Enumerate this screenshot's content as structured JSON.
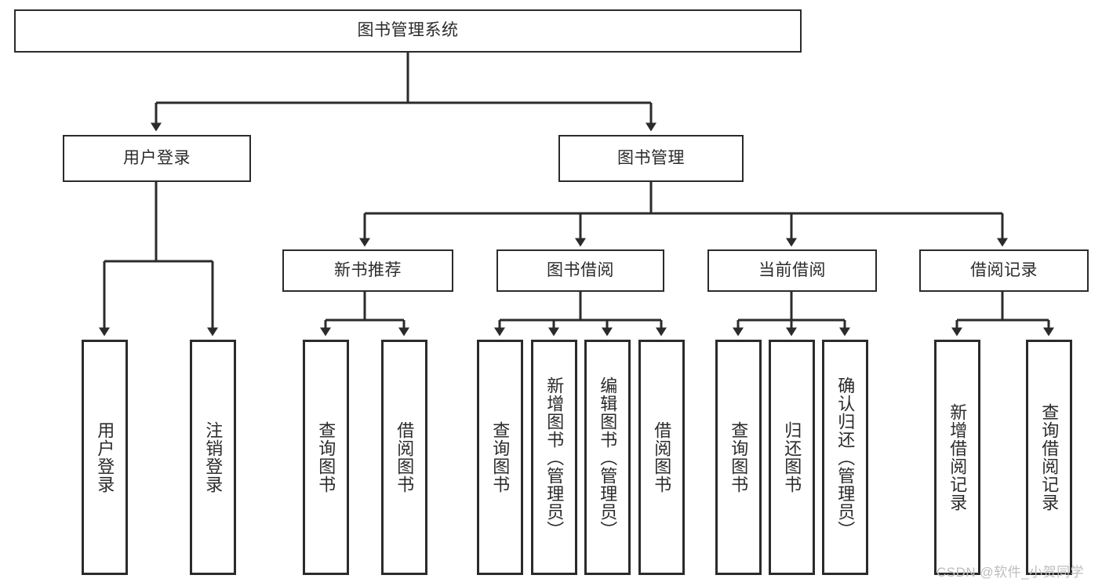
{
  "diagram": {
    "title": "图书管理系统",
    "type": "hierarchy-tree",
    "root": {
      "label": "图书管理系统"
    },
    "level2": [
      {
        "label": "用户登录"
      },
      {
        "label": "图书管理"
      }
    ],
    "level3": [
      {
        "label": "新书推荐"
      },
      {
        "label": "图书借阅"
      },
      {
        "label": "当前借阅"
      },
      {
        "label": "借阅记录"
      }
    ],
    "leaves": {
      "user_login": [
        {
          "label": "用户登录"
        },
        {
          "label": "注销登录"
        }
      ],
      "new_book_recommend": [
        {
          "label": "查询图书"
        },
        {
          "label": "借阅图书"
        }
      ],
      "book_borrow": [
        {
          "label": "查询图书"
        },
        {
          "label": "新增图书（管理员）"
        },
        {
          "label": "编辑图书（管理员）"
        },
        {
          "label": "借阅图书"
        }
      ],
      "current_borrow": [
        {
          "label": "查询图书"
        },
        {
          "label": "归还图书"
        },
        {
          "label": "确认归还（管理员）"
        }
      ],
      "borrow_record": [
        {
          "label": "新增借阅记录"
        },
        {
          "label": "查询借阅记录"
        }
      ]
    },
    "watermark": "CSDN @软件_小贺同学",
    "colors": {
      "line": "#2b2b2b",
      "box_fill": "#ffffff",
      "text": "#2b2b2b",
      "watermark": "#bdbdbd",
      "background": "#ffffff"
    }
  }
}
